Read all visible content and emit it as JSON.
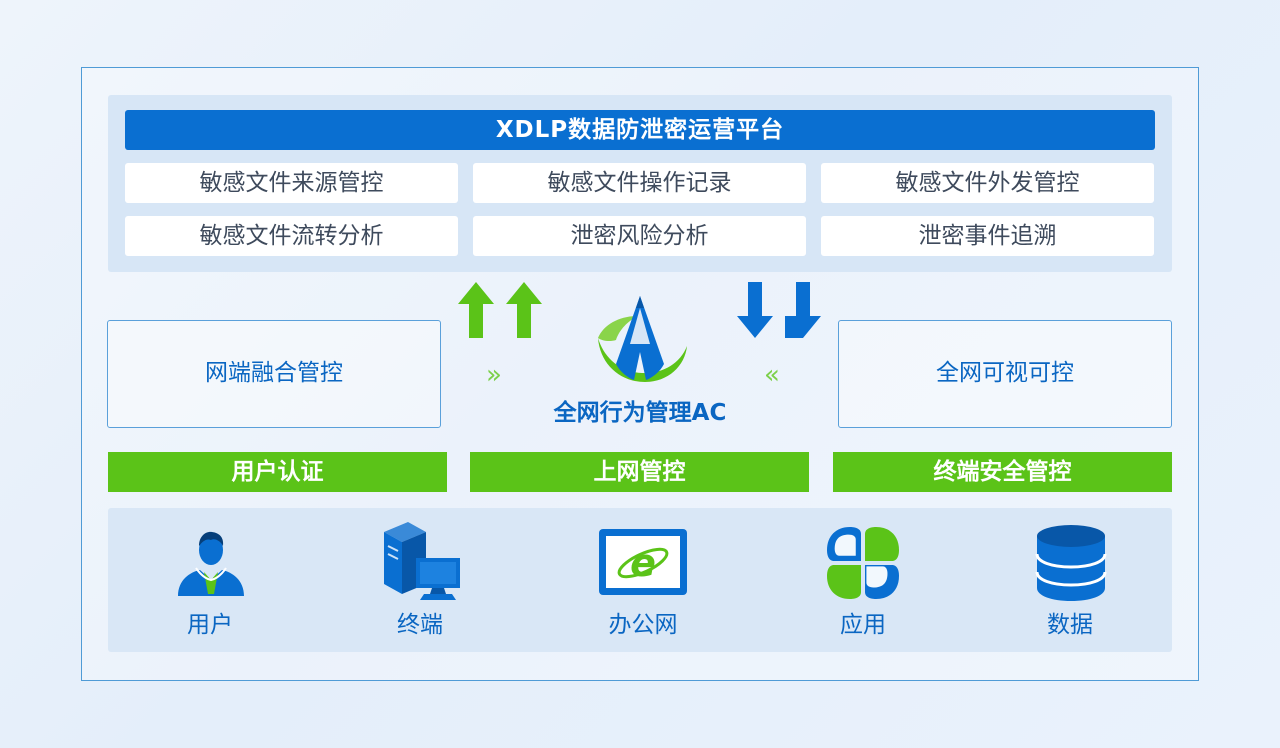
{
  "platform": {
    "title": "XDLP数据防泄密运营平台",
    "cells": [
      "敏感文件来源管控",
      "敏感文件操作记录",
      "敏感文件外发管控",
      "敏感文件流转分析",
      "泄密风险分析",
      "泄密事件追溯"
    ]
  },
  "center": {
    "label": "全网行为管理AC",
    "left_chevrons": "»",
    "right_chevrons": "«"
  },
  "left_box": {
    "label": "网端融合管控"
  },
  "right_box": {
    "label": "全网可视可控"
  },
  "green_bars": [
    "用户认证",
    "上网管控",
    "终端安全管控"
  ],
  "bottom_items": [
    {
      "label": "用户",
      "icon": "user-icon"
    },
    {
      "label": "终端",
      "icon": "computer-terminal-icon"
    },
    {
      "label": "办公网",
      "icon": "ie-browser-icon"
    },
    {
      "label": "应用",
      "icon": "app-petals-icon"
    },
    {
      "label": "数据",
      "icon": "database-icon"
    }
  ],
  "colors": {
    "primary_blue": "#0a6fd1",
    "text_blue": "#0a66c2",
    "green": "#5bc318",
    "panel_blue": "#d7e6f6",
    "frame_border": "#4f9bd6"
  }
}
